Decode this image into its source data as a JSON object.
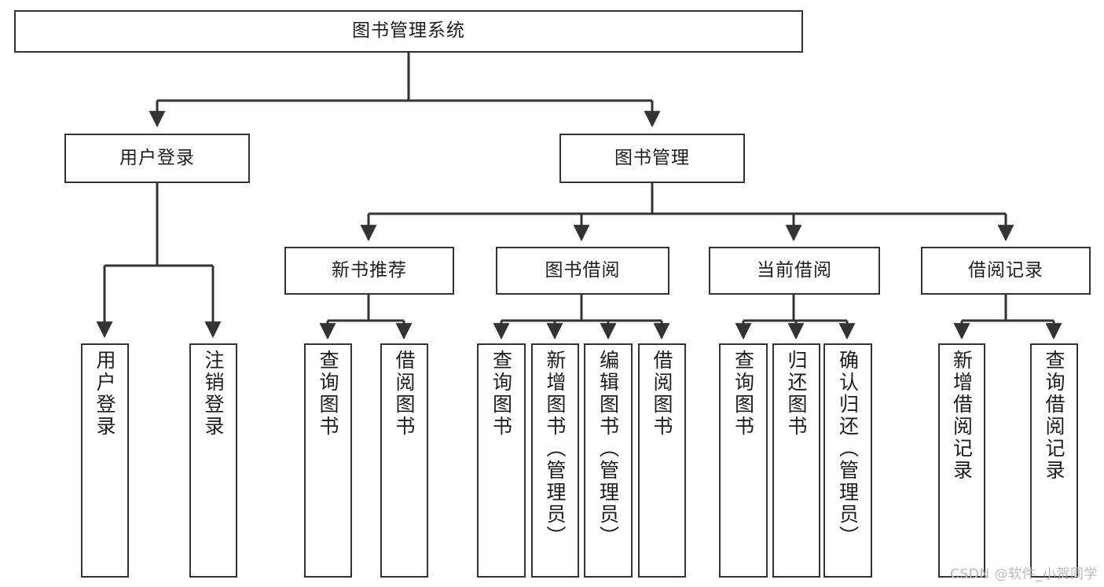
{
  "diagram": {
    "title": "图书管理系统",
    "type": "tree-hierarchy",
    "watermark": "CSDN @软件_小贺同学",
    "colors": {
      "background": "#ffffff",
      "box_border": "#333333",
      "box_fill": "#ffffff",
      "text": "#1d1d1d",
      "connector": "#333333",
      "watermark": "#b9b9bd"
    },
    "nodes": {
      "root": {
        "label": "图书管理系统",
        "level": 1
      },
      "user_login": {
        "label": "用户登录",
        "level": 2
      },
      "book_manage": {
        "label": "图书管理",
        "level": 2
      },
      "new_book_rec": {
        "label": "新书推荐",
        "level": 3
      },
      "book_borrow": {
        "label": "图书借阅",
        "level": 3
      },
      "current_borrow": {
        "label": "当前借阅",
        "level": 3
      },
      "borrow_record": {
        "label": "借阅记录",
        "level": 3
      },
      "leaf_user_login": {
        "label": "用户登录",
        "level": 4
      },
      "leaf_logout_login": {
        "label": "注销登录",
        "level": 4
      },
      "leaf_query_book_a": {
        "label": "查询图书",
        "level": 4
      },
      "leaf_borrow_book_a": {
        "label": "借阅图书",
        "level": 4
      },
      "leaf_query_book_b": {
        "label": "查询图书",
        "level": 4
      },
      "leaf_add_book_admin": {
        "label": "新增图书（管理员）",
        "level": 4
      },
      "leaf_edit_book_admin": {
        "label": "编辑图书（管理员）",
        "level": 4
      },
      "leaf_borrow_book_b": {
        "label": "借阅图书",
        "level": 4
      },
      "leaf_query_book_c": {
        "label": "查询图书",
        "level": 4
      },
      "leaf_return_book": {
        "label": "归还图书",
        "level": 4
      },
      "leaf_confirm_return_admin": {
        "label": "确认归还（管理员）",
        "level": 4
      },
      "leaf_add_borrow_record": {
        "label": "新增借阅记录",
        "level": 4
      },
      "leaf_query_borrow_record": {
        "label": "查询借阅记录",
        "level": 4
      }
    },
    "edges": [
      {
        "from": "root",
        "to": "user_login"
      },
      {
        "from": "root",
        "to": "book_manage"
      },
      {
        "from": "user_login",
        "to": "leaf_user_login"
      },
      {
        "from": "user_login",
        "to": "leaf_logout_login"
      },
      {
        "from": "book_manage",
        "to": "new_book_rec"
      },
      {
        "from": "book_manage",
        "to": "book_borrow"
      },
      {
        "from": "book_manage",
        "to": "current_borrow"
      },
      {
        "from": "book_manage",
        "to": "borrow_record"
      },
      {
        "from": "new_book_rec",
        "to": "leaf_query_book_a"
      },
      {
        "from": "new_book_rec",
        "to": "leaf_borrow_book_a"
      },
      {
        "from": "book_borrow",
        "to": "leaf_query_book_b"
      },
      {
        "from": "book_borrow",
        "to": "leaf_add_book_admin"
      },
      {
        "from": "book_borrow",
        "to": "leaf_edit_book_admin"
      },
      {
        "from": "book_borrow",
        "to": "leaf_borrow_book_b"
      },
      {
        "from": "current_borrow",
        "to": "leaf_query_book_c"
      },
      {
        "from": "current_borrow",
        "to": "leaf_return_book"
      },
      {
        "from": "current_borrow",
        "to": "leaf_confirm_return_admin"
      },
      {
        "from": "borrow_record",
        "to": "leaf_add_borrow_record"
      },
      {
        "from": "borrow_record",
        "to": "leaf_query_borrow_record"
      }
    ]
  }
}
